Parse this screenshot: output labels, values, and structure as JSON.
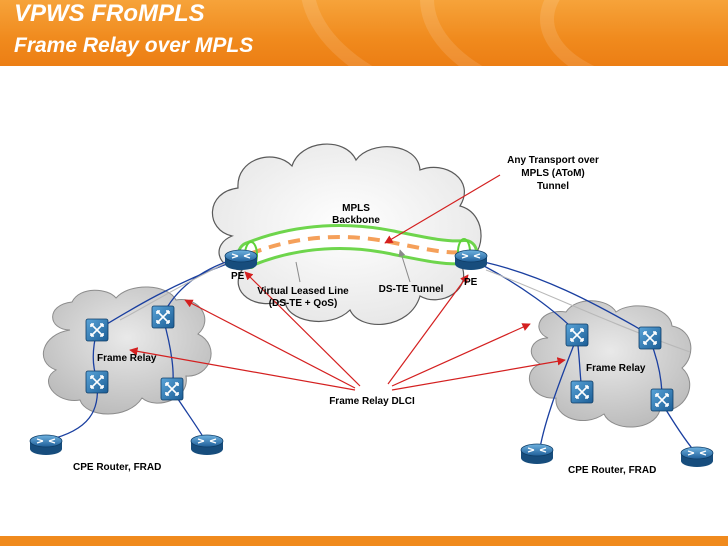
{
  "header": {
    "title": "VPWS FRoMPLS",
    "subtitle": "Frame Relay over MPLS"
  },
  "diagram": {
    "mpls_backbone": [
      "MPLS",
      "Backbone"
    ],
    "atom_tunnel": [
      "Any Transport over",
      "MPLS (AToM)",
      "Tunnel"
    ],
    "pe_left": "PE",
    "pe_right": "PE",
    "virtual_leased_line": [
      "Virtual Leased Line",
      "(DS-TE + QoS)"
    ],
    "ds_te_tunnel": "DS-TE Tunnel",
    "frame_relay_left": "Frame Relay",
    "frame_relay_right": "Frame Relay",
    "frame_relay_dlci": "Frame Relay DLCI",
    "cpe_left": "CPE Router, FRAD",
    "cpe_right": "CPE Router, FRAD"
  },
  "colors": {
    "header_orange": "#f08a1d",
    "tube_green": "#5fd23a",
    "dashed_orange": "#f5a05a",
    "arrow_red": "#d42020",
    "link_blue": "#1a3fa0",
    "device_blue": "#2c7fbf"
  }
}
